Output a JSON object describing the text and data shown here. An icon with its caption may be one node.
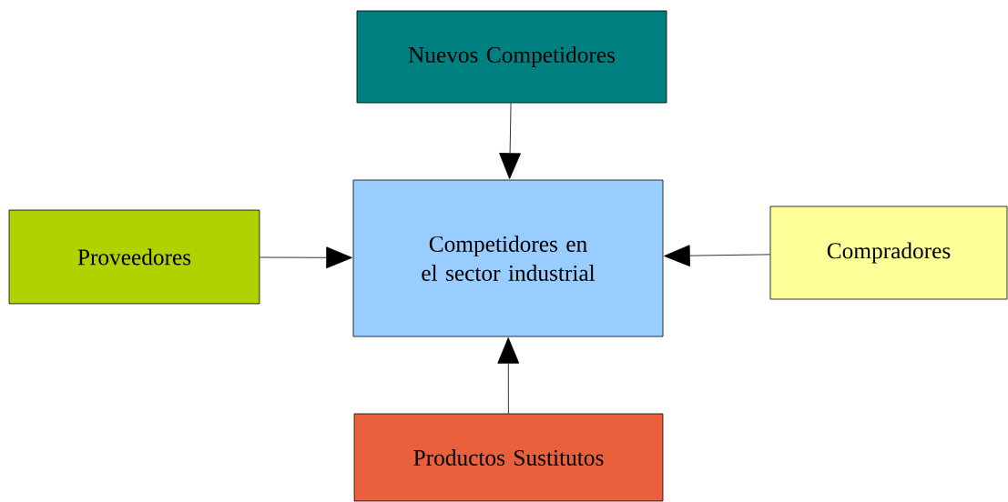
{
  "diagram": {
    "nodes": [
      {
        "text": [
          "Nuevos Competidores"
        ]
      },
      {
        "text": [
          "Competidores en el sector industrial"
        ]
      },
      {
        "text": [
          "Proveedores"
        ]
      },
      {
        "text": [
          "Compradores"
        ]
      },
      {
        "text": [
          "Productos Sustitutos"
        ]
      }
    ],
    "edges": [
      {
        "from": 0,
        "to": 1,
        "arrow": "to"
      },
      {
        "from": 2,
        "to": 1,
        "arrow": "to"
      },
      {
        "from": 3,
        "to": 1,
        "arrow": "to"
      },
      {
        "from": 4,
        "to": 1,
        "arrow": "to"
      }
    ]
  }
}
